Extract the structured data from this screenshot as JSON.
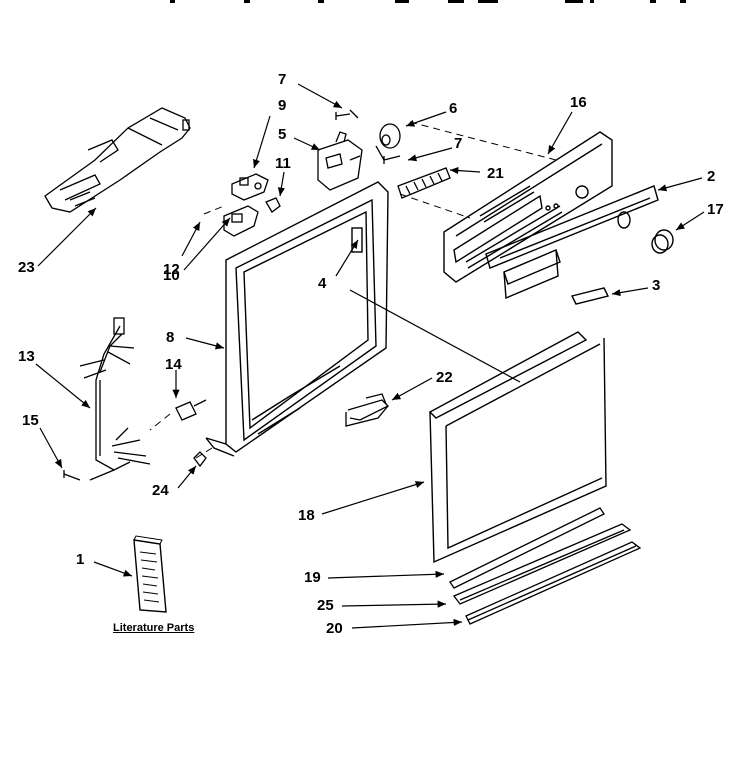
{
  "diagram": {
    "caption": "Literature Parts",
    "callouts": {
      "c1": "1",
      "c2": "2",
      "c3": "3",
      "c4": "4",
      "c5": "5",
      "c6": "6",
      "c7a": "7",
      "c7b": "7",
      "c8": "8",
      "c9": "9",
      "c10": "10",
      "c11": "11",
      "c12": "12",
      "c13": "13",
      "c14": "14",
      "c15": "15",
      "c16": "16",
      "c17": "17",
      "c18": "18",
      "c19": "19",
      "c20": "20",
      "c21": "21",
      "c22": "22",
      "c23": "23",
      "c24": "24",
      "c25": "25"
    }
  },
  "colors": {
    "line": "#000000",
    "background": "#ffffff"
  }
}
